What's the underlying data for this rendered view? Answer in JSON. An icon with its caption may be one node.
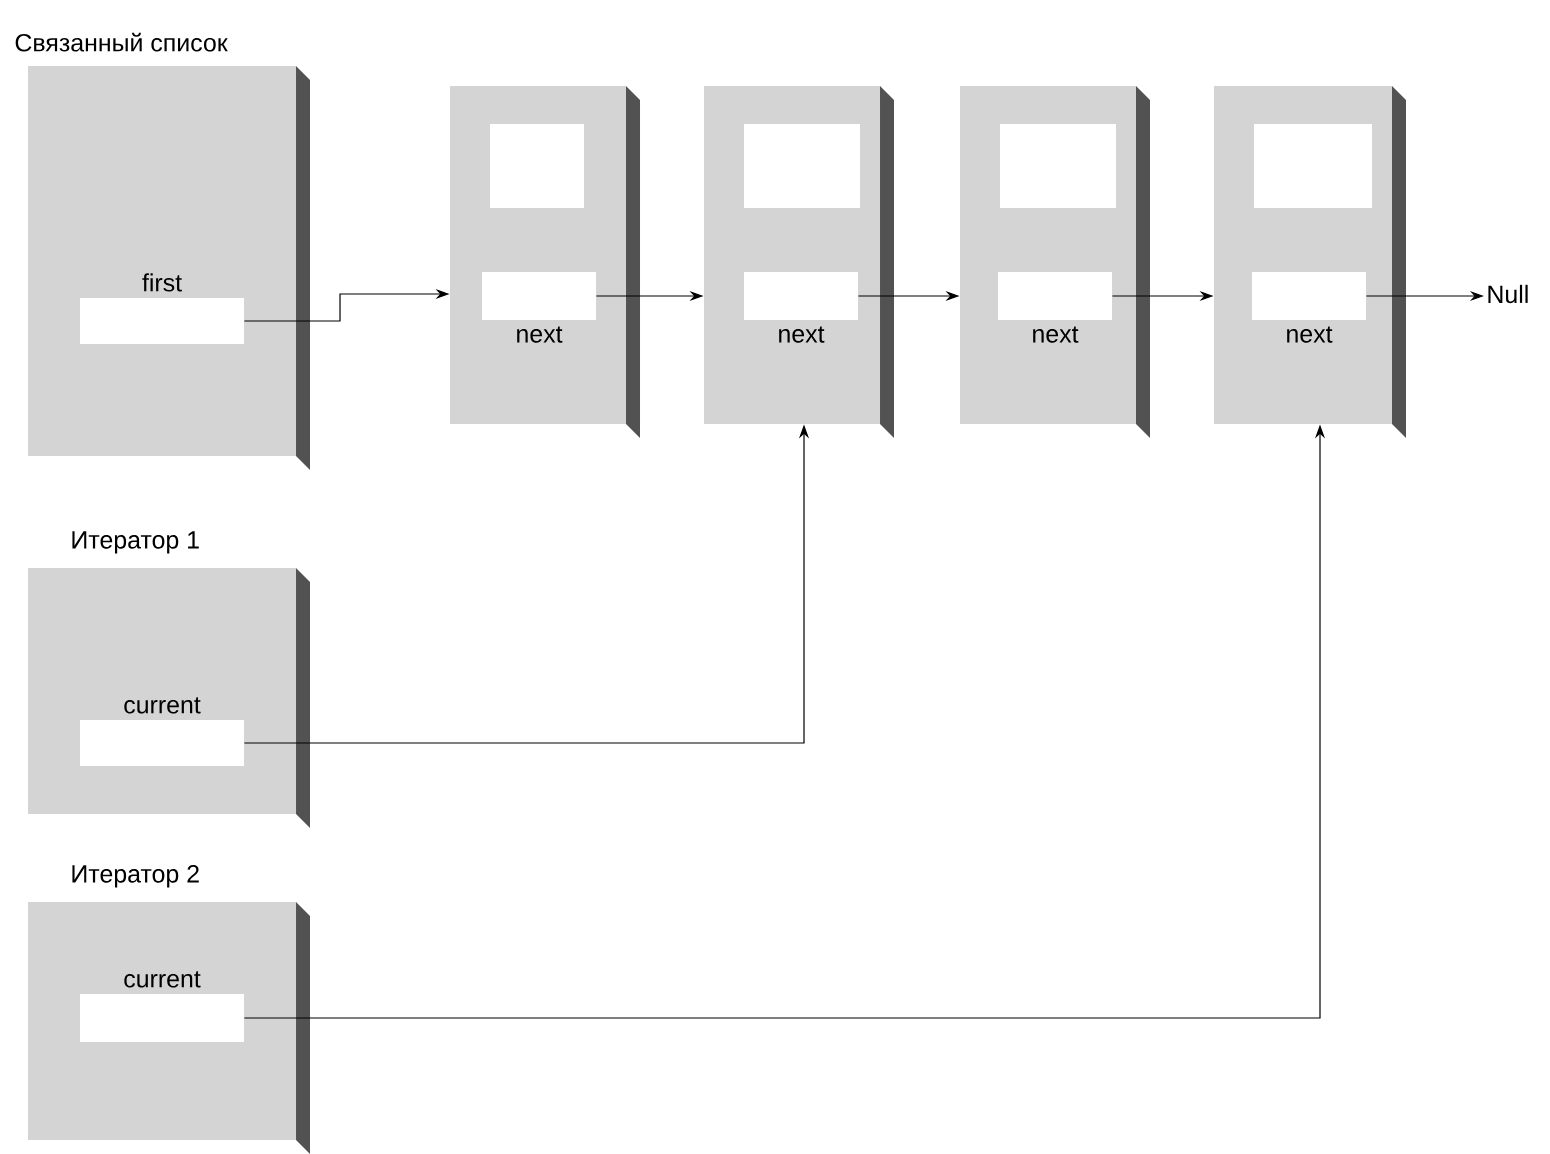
{
  "diagram": {
    "nodes": [
      {
        "text": [
          "Связанный список"
        ]
      },
      {
        "text": [
          "first"
        ],
        "in": 0
      },
      {
        "text": [],
        "shape": "box"
      },
      {
        "text": [],
        "shape": "box",
        "in": 2
      },
      {
        "text": [
          "next"
        ],
        "in": 2
      },
      {
        "text": [],
        "shape": "box"
      },
      {
        "text": [],
        "shape": "box",
        "in": 5
      },
      {
        "text": [
          "next"
        ],
        "in": 5
      },
      {
        "text": [],
        "shape": "box"
      },
      {
        "text": [],
        "shape": "box",
        "in": 8
      },
      {
        "text": [
          "next"
        ],
        "in": 8
      },
      {
        "text": [],
        "shape": "box"
      },
      {
        "text": [],
        "shape": "box",
        "in": 11
      },
      {
        "text": [
          "next"
        ],
        "in": 11
      },
      {
        "text": [
          "Null"
        ]
      },
      {
        "text": [
          "Итератор 1"
        ]
      },
      {
        "text": [
          "current"
        ],
        "in": 15
      },
      {
        "text": [
          "Итератор 2"
        ]
      },
      {
        "text": [
          "current"
        ],
        "in": 17
      }
    ],
    "edges": [
      {
        "from": 1,
        "to": 2,
        "arrow": "to"
      },
      {
        "from": 4,
        "to": 5,
        "arrow": "to"
      },
      {
        "from": 7,
        "to": 8,
        "arrow": "to"
      },
      {
        "from": 10,
        "to": 11,
        "arrow": "to"
      },
      {
        "from": 13,
        "to": 14,
        "arrow": "to"
      },
      {
        "from": 16,
        "to": 5,
        "arrow": "to"
      },
      {
        "from": 18,
        "to": 11,
        "arrow": "to"
      }
    ]
  }
}
